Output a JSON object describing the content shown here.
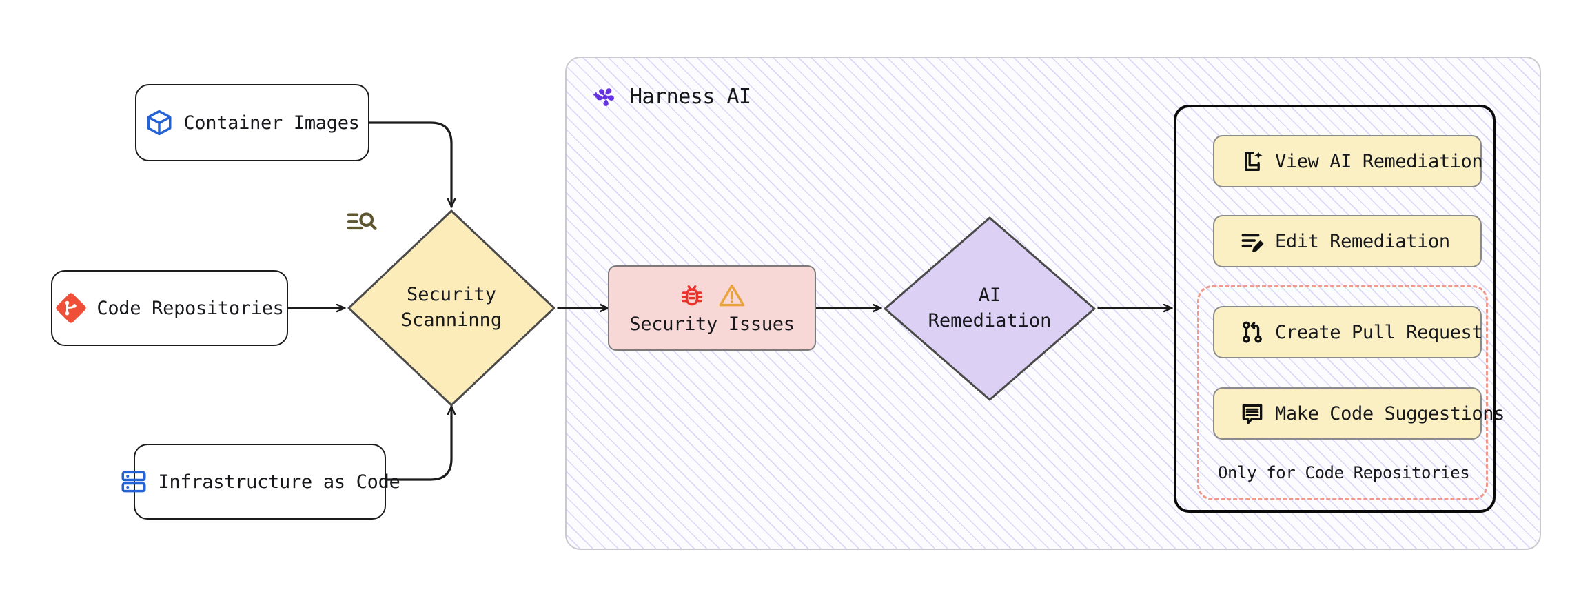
{
  "diagram": {
    "title": "Harness AI security scanning and remediation flow",
    "type": "flowchart"
  },
  "sources": [
    {
      "id": "container-images",
      "label": "Container Images",
      "icon": "container-box-icon",
      "icon_color": "#2563d4"
    },
    {
      "id": "code-repositories",
      "label": "Code Repositories",
      "icon": "git-icon",
      "icon_color": "#ef4e38"
    },
    {
      "id": "infrastructure-as-code",
      "label": "Infrastructure as Code",
      "icon": "server-stack-icon",
      "icon_color": "#2563d4"
    }
  ],
  "scanning": {
    "line1": "Security",
    "line2": "Scanninng",
    "icon": "scan-search-icon",
    "fill": "#fcecb9",
    "stroke": "#4a4a4a"
  },
  "harness": {
    "title": "Harness AI",
    "logo": "harness-pinwheel-logo",
    "logo_color": "#6633e0",
    "hatch_color": "#7c6ce8"
  },
  "issues": {
    "label": "Security Issues",
    "bug_icon": "bug-icon",
    "bug_color": "#e8342a",
    "warning_icon": "warning-triangle-icon",
    "warning_color": "#e8a33d",
    "fill": "#f8d7d7"
  },
  "remediation": {
    "line1": "AI",
    "line2": "Remediation",
    "fill": "#ddd0f5",
    "stroke": "#4a4a4a"
  },
  "actions": {
    "items": [
      {
        "id": "view-ai-remediation",
        "label": "View AI Remediation",
        "icon": "document-sparkle-icon"
      },
      {
        "id": "edit-remediation",
        "label": "Edit Remediation",
        "icon": "lines-pencil-icon"
      },
      {
        "id": "create-pull-request",
        "label": "Create Pull Request",
        "icon": "pull-request-icon"
      },
      {
        "id": "make-code-suggestions",
        "label": "Make Code Suggestions",
        "icon": "comment-lines-icon"
      }
    ],
    "dashed_group_caption": "Only for Code Repositories",
    "dashed_color": "#f09a8e",
    "button_fill": "#fbefc4",
    "button_stroke": "#8b8b8b"
  },
  "edges": [
    {
      "from": "container-images",
      "to": "security-scanning",
      "style": "elbow-arrow"
    },
    {
      "from": "code-repositories",
      "to": "security-scanning",
      "style": "straight-arrow"
    },
    {
      "from": "infrastructure-as-code",
      "to": "security-scanning",
      "style": "elbow-arrow"
    },
    {
      "from": "security-scanning",
      "to": "security-issues",
      "style": "straight-arrow"
    },
    {
      "from": "security-issues",
      "to": "ai-remediation",
      "style": "straight-arrow"
    },
    {
      "from": "ai-remediation",
      "to": "actions-box",
      "style": "straight-arrow"
    }
  ]
}
